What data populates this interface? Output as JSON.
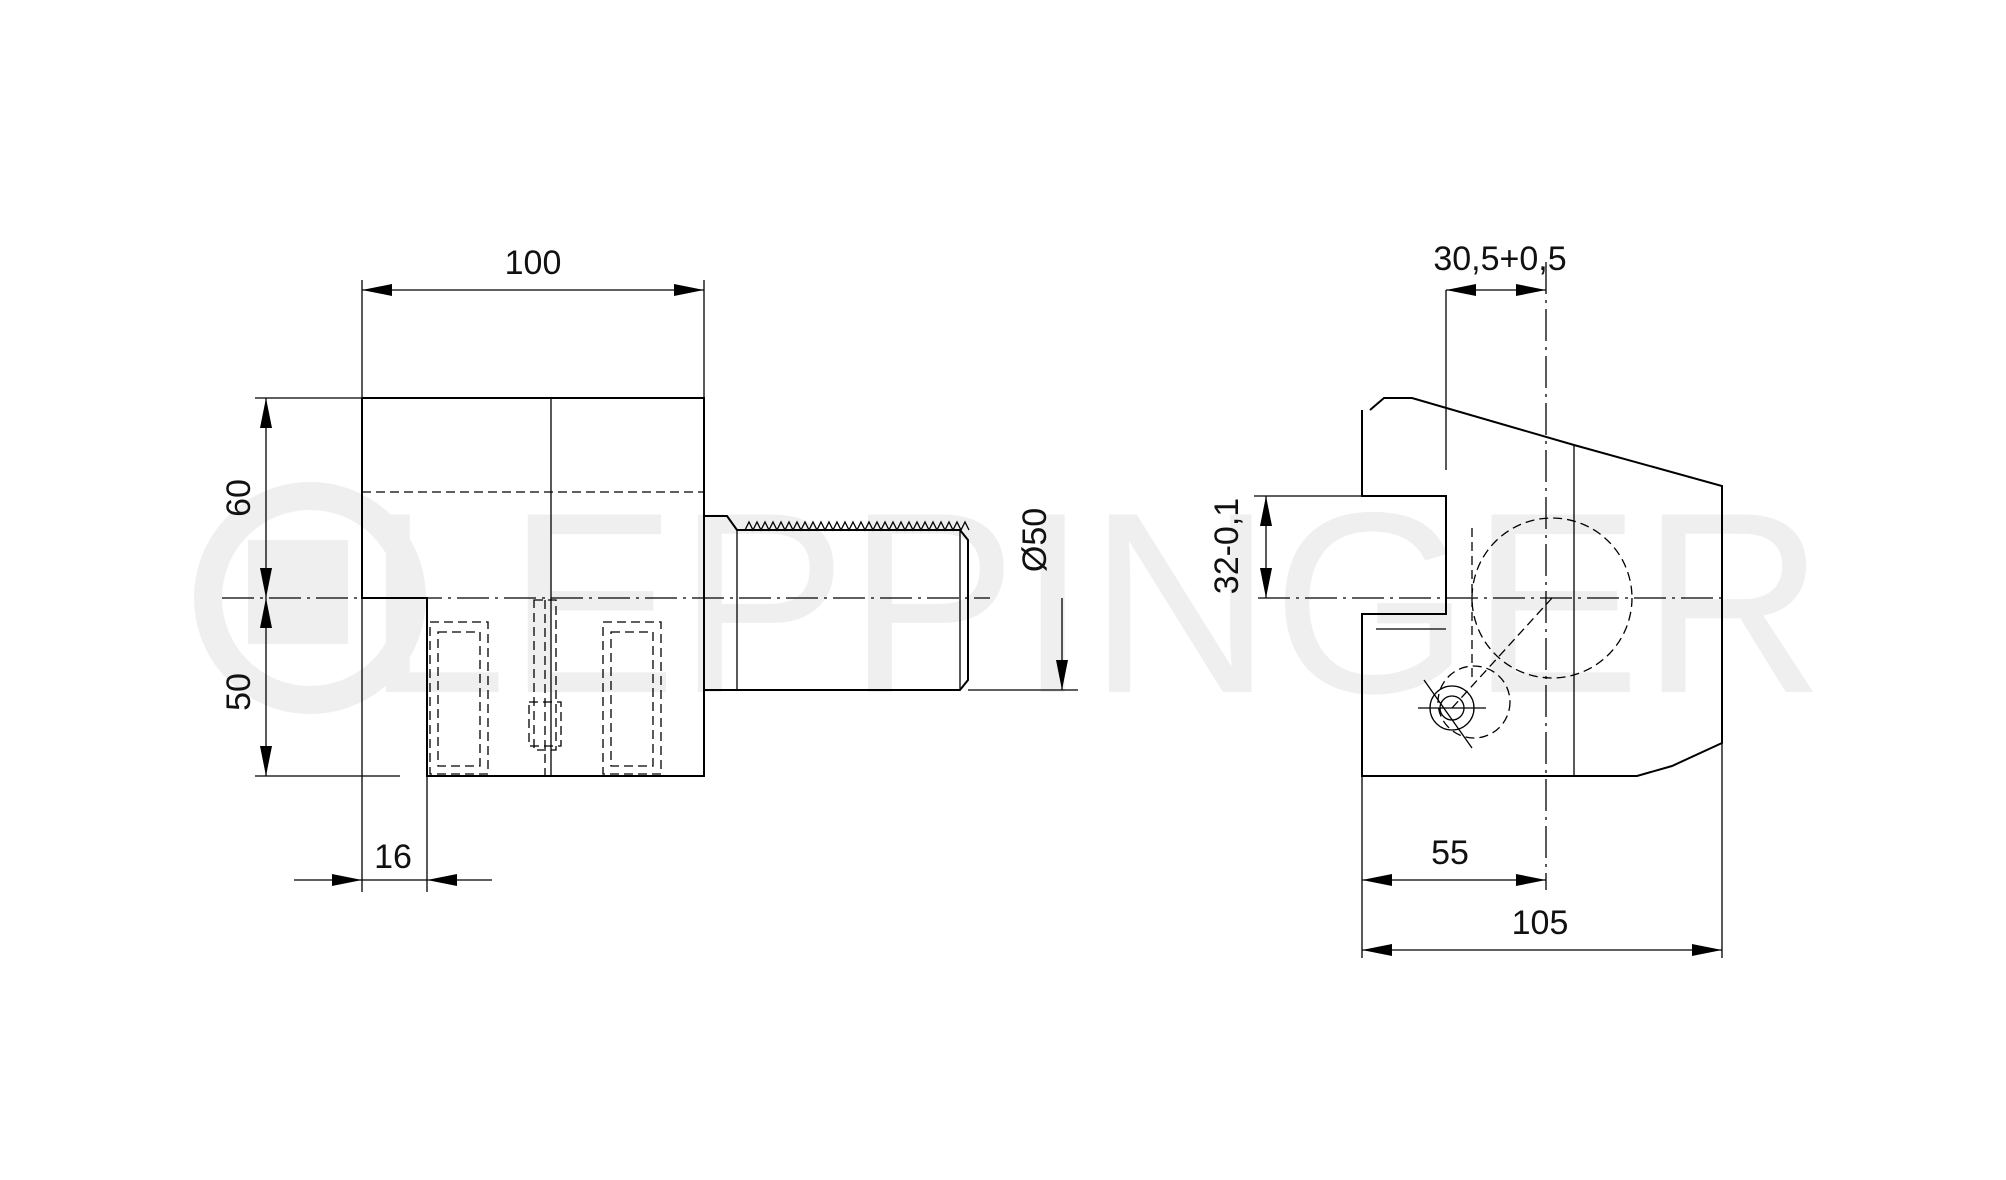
{
  "watermark": {
    "text": "LEPPINGER"
  },
  "side_view": {
    "dim_width": "100",
    "dim_height_upper": "60",
    "dim_height_lower": "50",
    "dim_shank_diameter": "Ø50",
    "dim_offset": "16"
  },
  "front_view": {
    "dim_top_offset": "30,5+0,5",
    "dim_slot_depth": "32-0,1",
    "dim_center_distance": "55",
    "dim_total_width": "105"
  }
}
